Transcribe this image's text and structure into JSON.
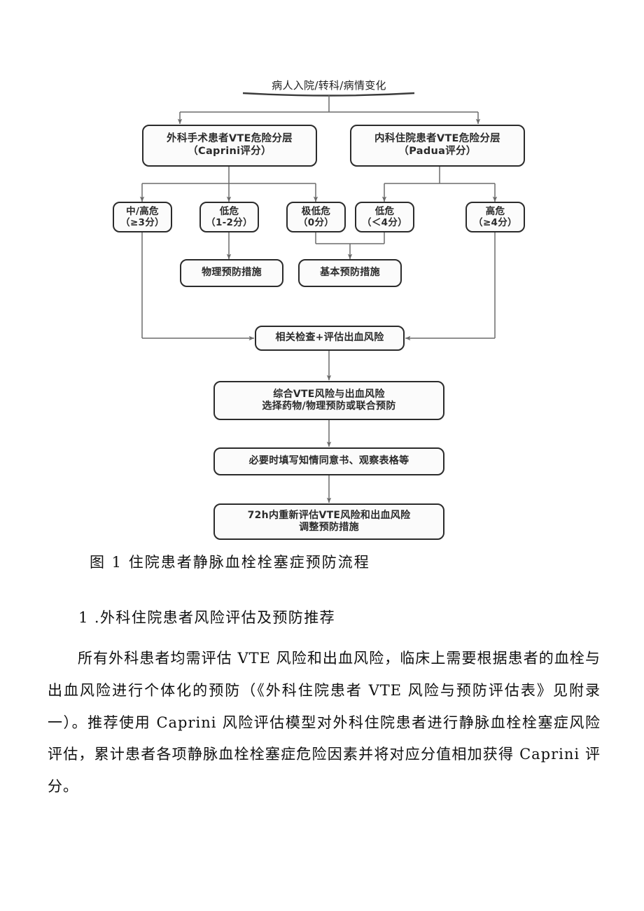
{
  "figure": {
    "nodes": {
      "entry": {
        "lines": [
          "病人入院/转科/病情变化"
        ]
      },
      "surgical": {
        "lines": [
          "外科手术患者VTE危险分层",
          "（Caprini评分）"
        ]
      },
      "medical": {
        "lines": [
          "内科住院患者VTE危险分层",
          "（Padua评分）"
        ]
      },
      "risk_mid_high": {
        "lines": [
          "中/高危",
          "（≥3分）"
        ]
      },
      "risk_low_12": {
        "lines": [
          "低危",
          "（1-2分）"
        ]
      },
      "risk_vlow_0": {
        "lines": [
          "极低危",
          "（0分）"
        ]
      },
      "risk_low_lt4": {
        "lines": [
          "低危",
          "（＜4分）"
        ]
      },
      "risk_high_ge4": {
        "lines": [
          "高危",
          "（≥4分）"
        ]
      },
      "phys_measure": {
        "lines": [
          "物理预防措施"
        ]
      },
      "basic_measure": {
        "lines": [
          "基本预防措施"
        ]
      },
      "exam_bleed": {
        "lines": [
          "相关检查+评估出血风险"
        ]
      },
      "combine": {
        "lines": [
          "综合VTE风险与出血风险",
          "选择药物/物理预防或联合预防"
        ]
      },
      "consent": {
        "lines": [
          "必要时填写知情同意书、观察表格等"
        ]
      },
      "reassess": {
        "lines": [
          "72h内重新评估VTE风险和出血风险",
          "调整预防措施"
        ]
      }
    },
    "caption": "图 1  住院患者静脉血栓栓塞症预防流程",
    "colors": {
      "node_border": "#2b2b2b",
      "node_fill": "#fbfbfb",
      "connector": "#6b6b6b"
    }
  },
  "body": {
    "heading": "1 .外科住院患者风险评估及预防推荐",
    "paragraph": "所有外科患者均需评估 VTE 风险和出血风险，临床上需要根据患者的血栓与出血风险进行个体化的预防（《外科住院患者 VTE 风险与预防评估表》见附录一）。推荐使用 Caprini 风险评估模型对外科住院患者进行静脉血栓栓塞症风险评估，累计患者各项静脉血栓栓塞症危险因素并将对应分值相加获得 Caprini 评分。"
  }
}
